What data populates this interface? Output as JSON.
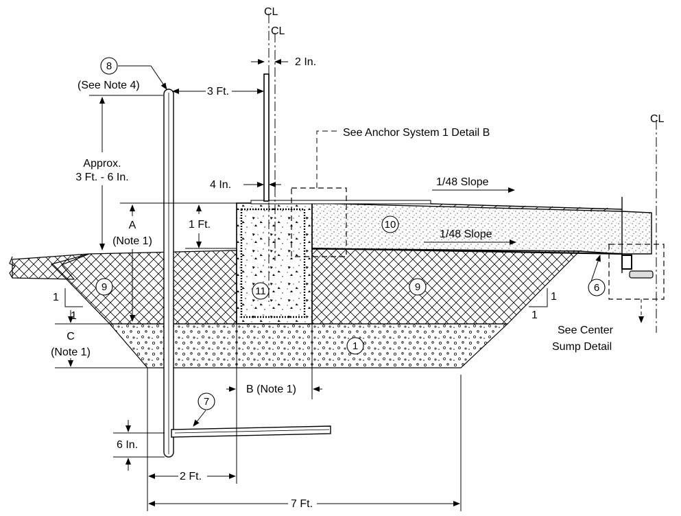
{
  "centerline_symbol": "CL",
  "labels": {
    "two_in": "2 In.",
    "three_ft": "3 Ft.",
    "see_note_4": "(See Note 4)",
    "approx": "Approx.",
    "approx_dim": "3 Ft. - 6 In.",
    "anchor_detail": "See Anchor System 1 Detail B",
    "four_in": "4 In.",
    "slope_top": "1/48 Slope",
    "slope_mid": "1/48 Slope",
    "a_label": "A",
    "note1_a": "(Note 1)",
    "one_ft": "1 Ft.",
    "c_label": "C",
    "note1_c": "(Note 1)",
    "b_note": "B (Note 1)",
    "six_in": "6 In.",
    "two_ft": "2 Ft.",
    "seven_ft": "7 Ft.",
    "center_sump_1": "See Center",
    "center_sump_2": "Sump Detail",
    "slope_ratio_left_v": "1",
    "slope_ratio_left_h": "1",
    "slope_ratio_right_v": "1",
    "slope_ratio_right_h": "1"
  },
  "callouts": {
    "c8": "8",
    "c9_left": "9",
    "c9_right": "9",
    "c10": "10",
    "c11": "11",
    "c1": "1",
    "c6": "6",
    "c7": "7"
  }
}
